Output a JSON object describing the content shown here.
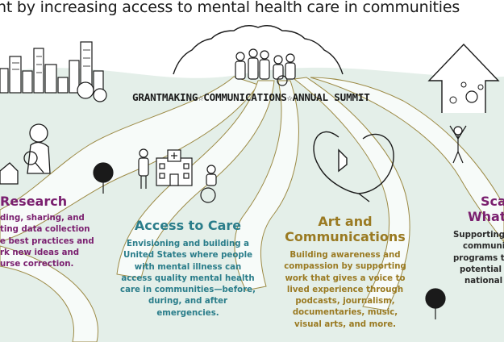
{
  "heading": "nt by increasing access to mental health care in communities",
  "banner": {
    "item1": "GRANTMAKING",
    "item2": "COMMUNICATIONS",
    "item3": "ANNUAL SUMMIT",
    "separator": "☆"
  },
  "research": {
    "title": "Research",
    "lines": [
      "ding, sharing, and",
      "ting data collection",
      "e best practices and",
      "rk new ideas and",
      "urse correction."
    ]
  },
  "access": {
    "title": "Access to Care",
    "lines": [
      "Envisioning and building a",
      "United States where people",
      "with mental illness can",
      "access quality mental health",
      "care in communities—before,",
      "during, and after",
      "emergencies."
    ]
  },
  "art": {
    "title_line1": "Art and",
    "title_line2": "Communications",
    "lines": [
      "Building awareness and",
      "compassion by supporting",
      "work that gives a voice to",
      "lived experience through",
      "podcasts, journalism,",
      "documentaries, music,",
      "visual arts, and more."
    ]
  },
  "scale": {
    "title_line1": "Sca",
    "title_line2": "What W",
    "lines": [
      "Supporting",
      "communi",
      "programs th",
      "potential t",
      "national"
    ]
  },
  "colors": {
    "road": "#dfeee8",
    "road_edge": "#c9b36a",
    "research": "#7a1f6f",
    "access": "#2a7d8a",
    "art": "#9a7a22"
  }
}
